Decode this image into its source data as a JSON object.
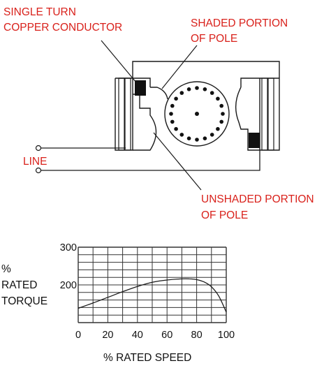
{
  "colors": {
    "label_red": "#d9211b",
    "line_black": "#1a1a1a",
    "grid_gray": "#333333"
  },
  "motor": {
    "labels": {
      "conductor_line1": "SINGLE TURN",
      "conductor_line2": "COPPER CONDUCTOR",
      "shaded_line1": "SHADED PORTION",
      "shaded_line2": "OF POLE",
      "unshaded_line1": "UNSHADED PORTION",
      "unshaded_line2": "OF POLE",
      "line": "LINE"
    },
    "rotor_dot_count": 20
  },
  "chart_data": {
    "type": "line",
    "x_label": "% RATED SPEED",
    "y_label_lines": [
      "%",
      "RATED",
      "TORQUE"
    ],
    "xlim": [
      0,
      100
    ],
    "ylim": [
      100,
      300
    ],
    "x_ticks": [
      "0",
      "20",
      "40",
      "60",
      "80",
      "100"
    ],
    "y_ticks": [
      "200",
      "300"
    ],
    "grid": true,
    "series": [
      {
        "x": [
          0,
          10,
          20,
          30,
          40,
          50,
          60,
          70,
          75,
          80,
          85,
          90,
          95,
          100
        ],
        "y": [
          138,
          152,
          167,
          182,
          196,
          207,
          213,
          216,
          216,
          214,
          208,
          195,
          170,
          128
        ]
      }
    ]
  }
}
